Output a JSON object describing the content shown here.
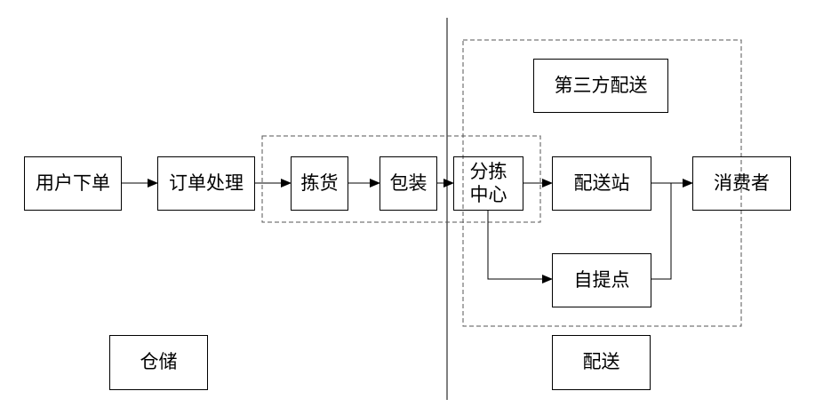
{
  "nodes": {
    "user_order": "用户下单",
    "order_processing": "订单处理",
    "picking": "拣货",
    "packing": "包装",
    "sorting_center": "分拣\n中心",
    "delivery_station": "配送站",
    "consumer": "消费者",
    "third_party": "第三方配送",
    "pickup_point": "自提点"
  },
  "regions": {
    "warehouse": "仓储",
    "delivery": "配送"
  }
}
